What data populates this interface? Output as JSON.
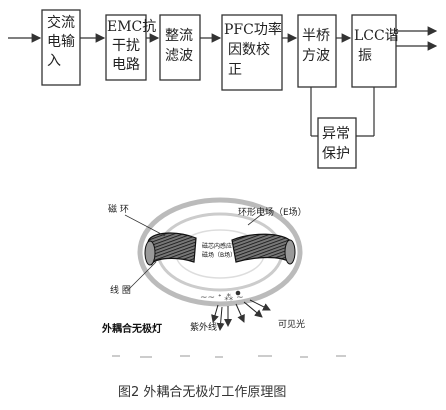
{
  "blocks": {
    "ac_input": [
      "交流",
      "电输",
      "入"
    ],
    "emc_filter": [
      "EMC抗",
      "干扰",
      "电路"
    ],
    "rectifier": [
      "整流",
      "滤波"
    ],
    "pfc": [
      "PFC功率",
      "因数校",
      "正"
    ],
    "half_bridge": [
      "半桥",
      "方波"
    ],
    "lcc": [
      "LCC谐",
      "振"
    ],
    "protection": [
      "异常",
      "保护"
    ]
  },
  "lamp": {
    "magnetic_ring": "磁 环",
    "ring_field": "环形电场（E场）",
    "core_field": [
      "磁芯内感应",
      "磁场（B场）"
    ],
    "coil": "线 圈",
    "lamp_name": "外耦合无极灯",
    "uv": "紫外线",
    "visible": "可见光"
  },
  "caption": "图2  外耦合无极灯工作原理图"
}
